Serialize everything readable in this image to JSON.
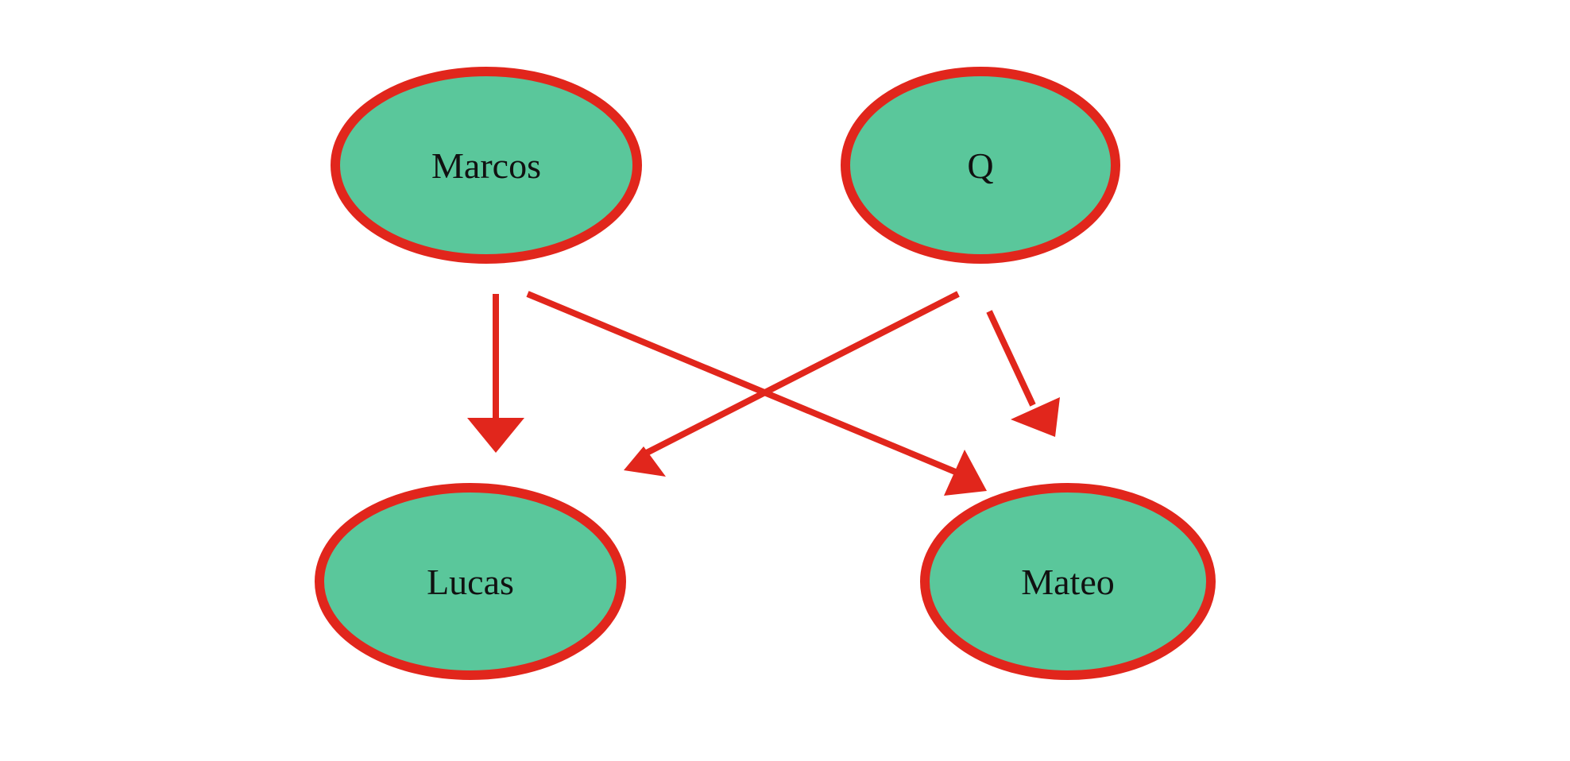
{
  "colors": {
    "node_fill": "#5ac79b",
    "node_stroke": "#e1261c",
    "edge": "#e1261c",
    "label": "#111111",
    "background": "#ffffff"
  },
  "nodes": {
    "marcos": {
      "label": "Marcos"
    },
    "q": {
      "label": "Q"
    },
    "lucas": {
      "label": "Lucas"
    },
    "mateo": {
      "label": "Mateo"
    }
  },
  "edges": [
    {
      "from": "Marcos",
      "to": "Lucas"
    },
    {
      "from": "Marcos",
      "to": "Mateo"
    },
    {
      "from": "Q",
      "to": "Lucas"
    },
    {
      "from": "Q",
      "to": "Mateo"
    }
  ]
}
